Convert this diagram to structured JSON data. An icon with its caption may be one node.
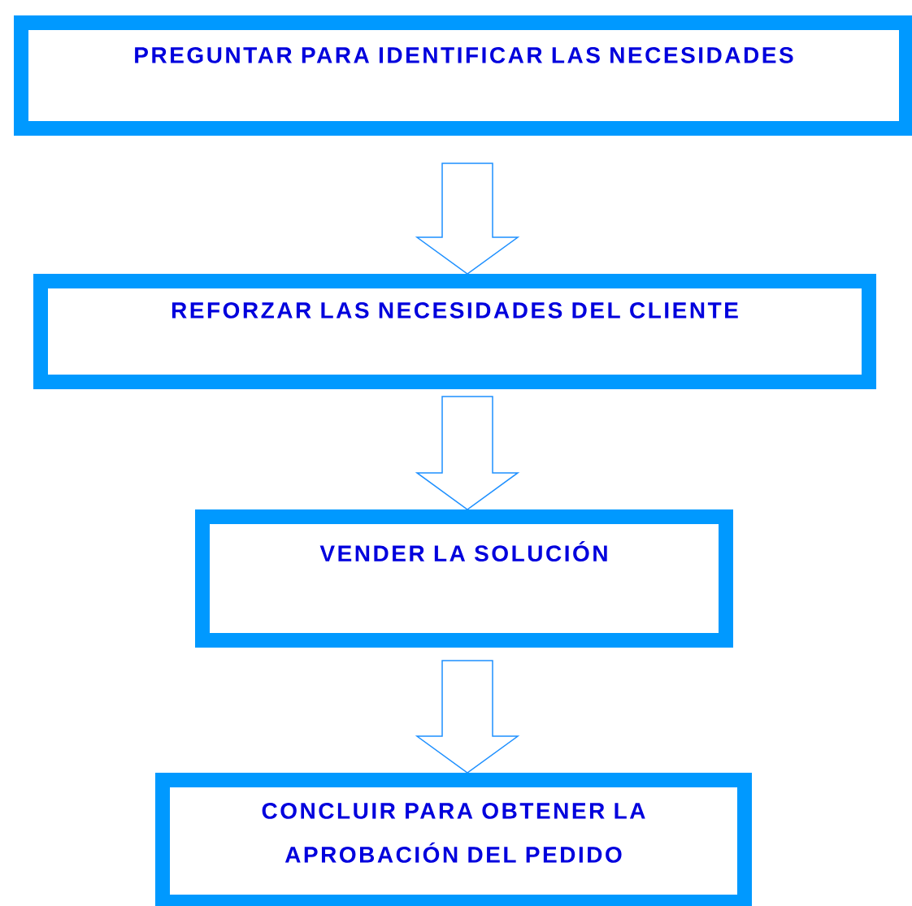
{
  "diagram": {
    "nodes": [
      {
        "text": [
          "PREGUNTAR PARA IDENTIFICAR LAS NECESIDADES"
        ]
      },
      {
        "text": [
          "REFORZAR LAS NECESIDADES DEL CLIENTE"
        ]
      },
      {
        "text": [
          "VENDER LA SOLUCIÓN"
        ]
      },
      {
        "text": [
          "CONCLUIR PARA OBTENER LA APROBACIÓN DEL PEDIDO"
        ]
      }
    ],
    "edges": [
      {
        "from": 0,
        "to": 1,
        "arrow": "to"
      },
      {
        "from": 1,
        "to": 2,
        "arrow": "to"
      },
      {
        "from": 2,
        "to": 3,
        "arrow": "to"
      }
    ]
  }
}
